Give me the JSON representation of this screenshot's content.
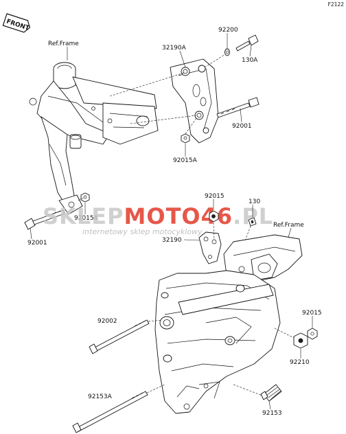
{
  "figure_code": "F2122",
  "front_badge": "FRONT",
  "watermark": {
    "brand_left": "SKLEP",
    "brand_mid": "MOTO",
    "brand_num": "46",
    "brand_tld": ".PL",
    "tagline": "internetowy sklep motocyklowy",
    "colors": {
      "grey": "#c8c8c8",
      "red": "#e23a2a"
    }
  },
  "labels": {
    "ref_frame_top": "Ref.Frame",
    "ref_frame_right": "Ref.Frame",
    "p32190A": "32190A",
    "p92200": "92200",
    "p130A": "130A",
    "p92001_right": "92001",
    "p92015A_upper": "92015A",
    "p92015A_lower": "92015A",
    "p92001_left": "92001",
    "p92015_top": "92015",
    "p130": "130",
    "p32190": "32190",
    "p92002": "92002",
    "p92015_right": "92015",
    "p92210": "92210",
    "p92153A": "92153A",
    "p92153": "92153"
  }
}
